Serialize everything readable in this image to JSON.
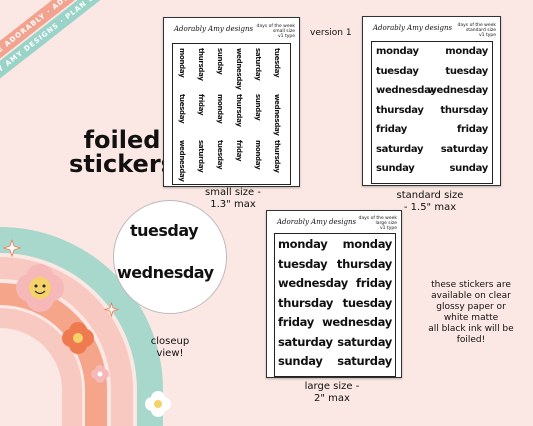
{
  "ribbons": {
    "top": "PLAN LIFE ADORABLY · ADORABLY AMY DESIGNS",
    "bottom": "ADORABLY AMY DESIGNS · PLAN LIFE ADORABLY"
  },
  "heading": {
    "line1": "foiled",
    "line2": "stickers"
  },
  "version_label": "version 1",
  "brand": "Adorably Amy designs",
  "days": [
    "monday",
    "tuesday",
    "wednesday",
    "thursday",
    "friday",
    "saturday",
    "sunday"
  ],
  "small_sheet": {
    "meta_line1": "days of the week",
    "meta_line2": "small size",
    "meta_line3": "v1 type",
    "caption_line1": "small size -",
    "caption_line2": "1.3\" max"
  },
  "standard_sheet": {
    "meta_line1": "days of the week",
    "meta_line2": "standard size",
    "meta_line3": "v1 type",
    "caption_line1": "standard size",
    "caption_line2": "- 1.5\" max",
    "rows": [
      [
        "monday",
        "monday"
      ],
      [
        "tuesday",
        "tuesday"
      ],
      [
        "wednesday",
        "wednesday"
      ],
      [
        "thursday",
        "thursday"
      ],
      [
        "friday",
        "friday"
      ],
      [
        "saturday",
        "saturday"
      ],
      [
        "sunday",
        "sunday"
      ]
    ]
  },
  "large_sheet": {
    "meta_line1": "days of the week",
    "meta_line2": "large size",
    "meta_line3": "v1 type",
    "caption_line1": "large size -",
    "caption_line2": "2\" max",
    "rows": [
      [
        "monday",
        "monday"
      ],
      [
        "tuesday",
        "thursday"
      ],
      [
        "wednesday",
        "friday"
      ],
      [
        "thursday",
        "tuesday"
      ],
      [
        "friday",
        "wednesday"
      ],
      [
        "saturday",
        "saturday"
      ],
      [
        "sunday",
        "saturday"
      ]
    ]
  },
  "closeup": {
    "word1": "tuesday",
    "word2": "wednesday",
    "label_line1": "closeup",
    "label_line2": "view!"
  },
  "note": {
    "line1": "these stickers are",
    "line2": "available on clear",
    "line3": "glossy paper or",
    "line4": "white matte",
    "line5": "all black ink will be",
    "line6": "foiled!"
  },
  "colors": {
    "background": "#fbe7e3",
    "rainbow_outer": "#a8d8cc",
    "rainbow_mid": "#f4a58a",
    "rainbow_inner": "#f7c9c0",
    "flower_orange": "#f07a4f",
    "flower_pink": "#f6b8b8"
  }
}
